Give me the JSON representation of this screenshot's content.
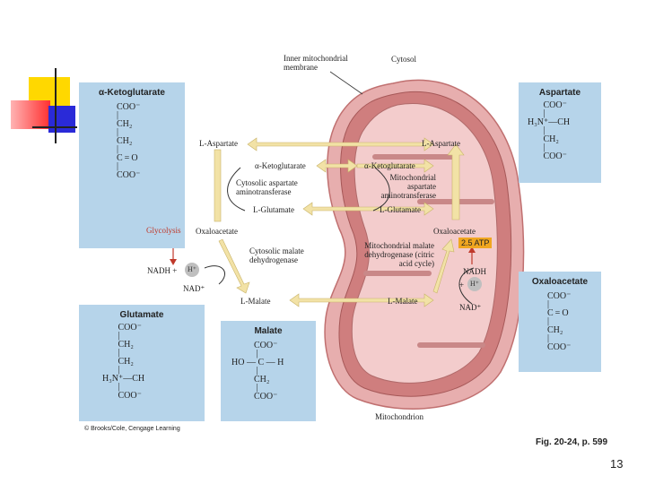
{
  "diagram": {
    "top_labels": {
      "membrane": "Inner mitochondrial membrane",
      "cytosol": "Cytosol",
      "mitochondrion": "Mitochondrion"
    },
    "boxes": {
      "alpha_ketoglutarate": {
        "title": "α-Ketoglutarate",
        "lines": [
          "COO⁻",
          "|",
          "CH₂",
          "|",
          "CH₂",
          "|",
          "C = O",
          "|",
          "COO⁻"
        ]
      },
      "aspartate": {
        "title": "Aspartate",
        "lines": [
          "       COO⁻",
          "       |",
          "H₃N⁺—CH",
          "       |",
          "       CH₂",
          "       |",
          "       COO⁻"
        ]
      },
      "glutamate": {
        "title": "Glutamate",
        "lines": [
          "       COO⁻",
          "       |",
          "       CH₂",
          "       |",
          "       CH₂",
          "       |",
          "H₃N⁺—CH",
          "       |",
          "       COO⁻"
        ]
      },
      "malate": {
        "title": "Malate",
        "lines": [
          "          COO⁻",
          "           |",
          "HO — C — H",
          "           |",
          "          CH₂",
          "           |",
          "          COO⁻"
        ]
      },
      "oxaloacetate": {
        "title": "Oxaloacetate",
        "lines": [
          "COO⁻",
          "|",
          "C = O",
          "|",
          "CH₂",
          "|",
          "COO⁻"
        ]
      }
    },
    "cytosol_labels": {
      "l_aspartate": "L-Aspartate",
      "alpha_kg": "α-Ketoglutarate",
      "cyto_aat": "Cytosolic aspartate aminotransferase",
      "l_glutamate": "L-Glutamate",
      "glycolysis": "Glycolysis",
      "oxaloacetate": "Oxaloacetate",
      "cyto_mdh": "Cytosolic malate dehydrogenase",
      "nadh": "NADH +",
      "h_plus": "H⁺",
      "nad": "NAD⁺",
      "l_malate": "L-Malate"
    },
    "mito_labels": {
      "l_aspartate": "L-Aspartate",
      "alpha_kg": "α-Ketoglutarate",
      "mito_aat": "Mitochondrial aspartate aminotransferase",
      "l_glutamate": "L-Glutamate",
      "oxaloacetate": "Oxaloacetate",
      "atp": "2.5 ATP",
      "mito_mdh": "Mitochondrial malate dehydrogenase (citric acid cycle)",
      "nadh": "NADH",
      "plus": "+",
      "h_plus": "H⁺",
      "nad": "NAD⁺",
      "l_malate": "L-Malate"
    },
    "credit": "© Brooks/Cole, Cengage Learning"
  },
  "caption": "Fig. 20-24, p. 599",
  "slide_number": "13",
  "colors": {
    "box_blue": "#b6d4ea",
    "mito_outer": "#e7aeae",
    "mito_inner": "#cf7e7e",
    "arrow_yellow": "#f2e2a6",
    "glycolysis_red": "#c0392b",
    "atp_orange": "#f0a620"
  }
}
